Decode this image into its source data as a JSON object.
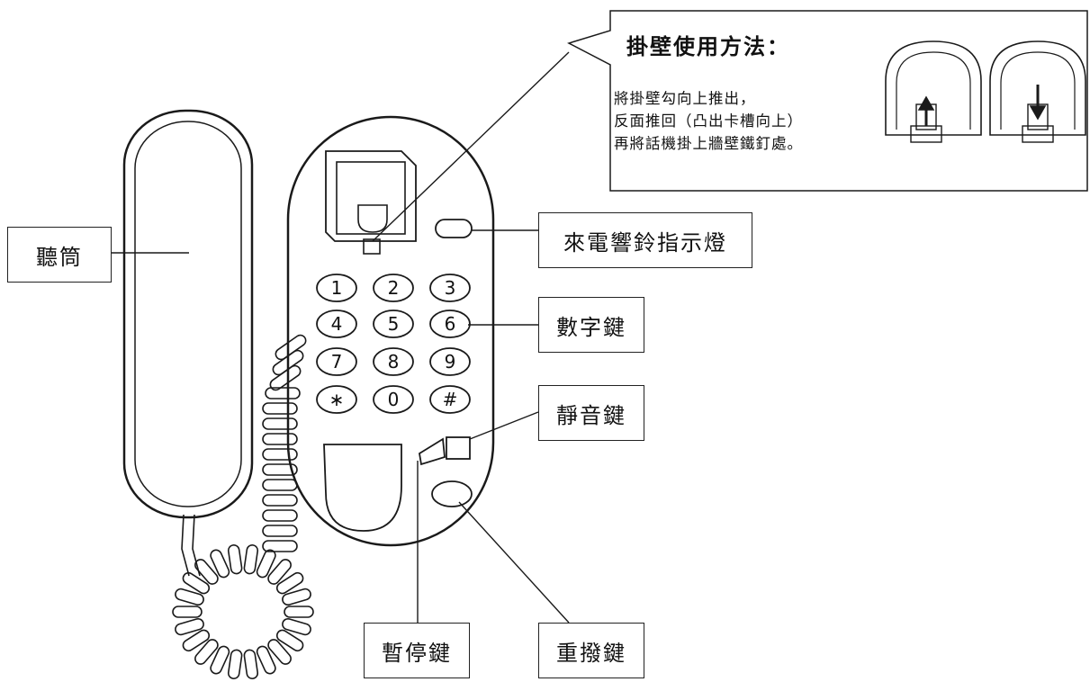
{
  "labels": {
    "handset": "聽筒",
    "ring_indicator": "來電響鈴指示燈",
    "keypad": "數字鍵",
    "mute": "靜音鍵",
    "pause": "暫停鍵",
    "redial": "重撥鍵"
  },
  "wall_mount": {
    "title": "掛壁使用方法：",
    "lines": [
      "將掛壁勾向上推出，",
      "反面推回（凸出卡槽向上）",
      "再將話機掛上牆壁鐵釘處。"
    ]
  },
  "keypad_keys": [
    "1",
    "2",
    "3",
    "4",
    "5",
    "6",
    "7",
    "8",
    "9",
    "∗",
    "0",
    "#"
  ],
  "colors": {
    "stroke": "#1a1a1a",
    "background": "#ffffff"
  }
}
